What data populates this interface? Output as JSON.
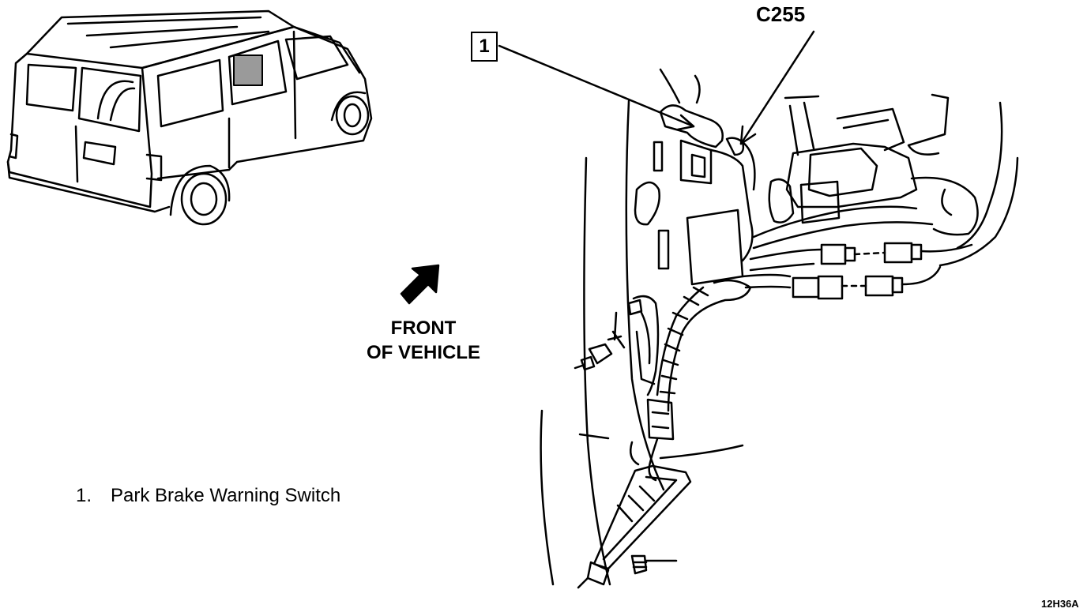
{
  "callout": {
    "number": "1"
  },
  "connector_label": "C255",
  "direction": {
    "line1": "FRONT",
    "line2": "OF VEHICLE"
  },
  "legend": [
    {
      "number": "1.",
      "text": "Park Brake Warning Switch"
    }
  ],
  "figure_code": "12H36A",
  "icons": {
    "vehicle": "van-rear-view-icon",
    "direction": "arrow-front-icon"
  }
}
